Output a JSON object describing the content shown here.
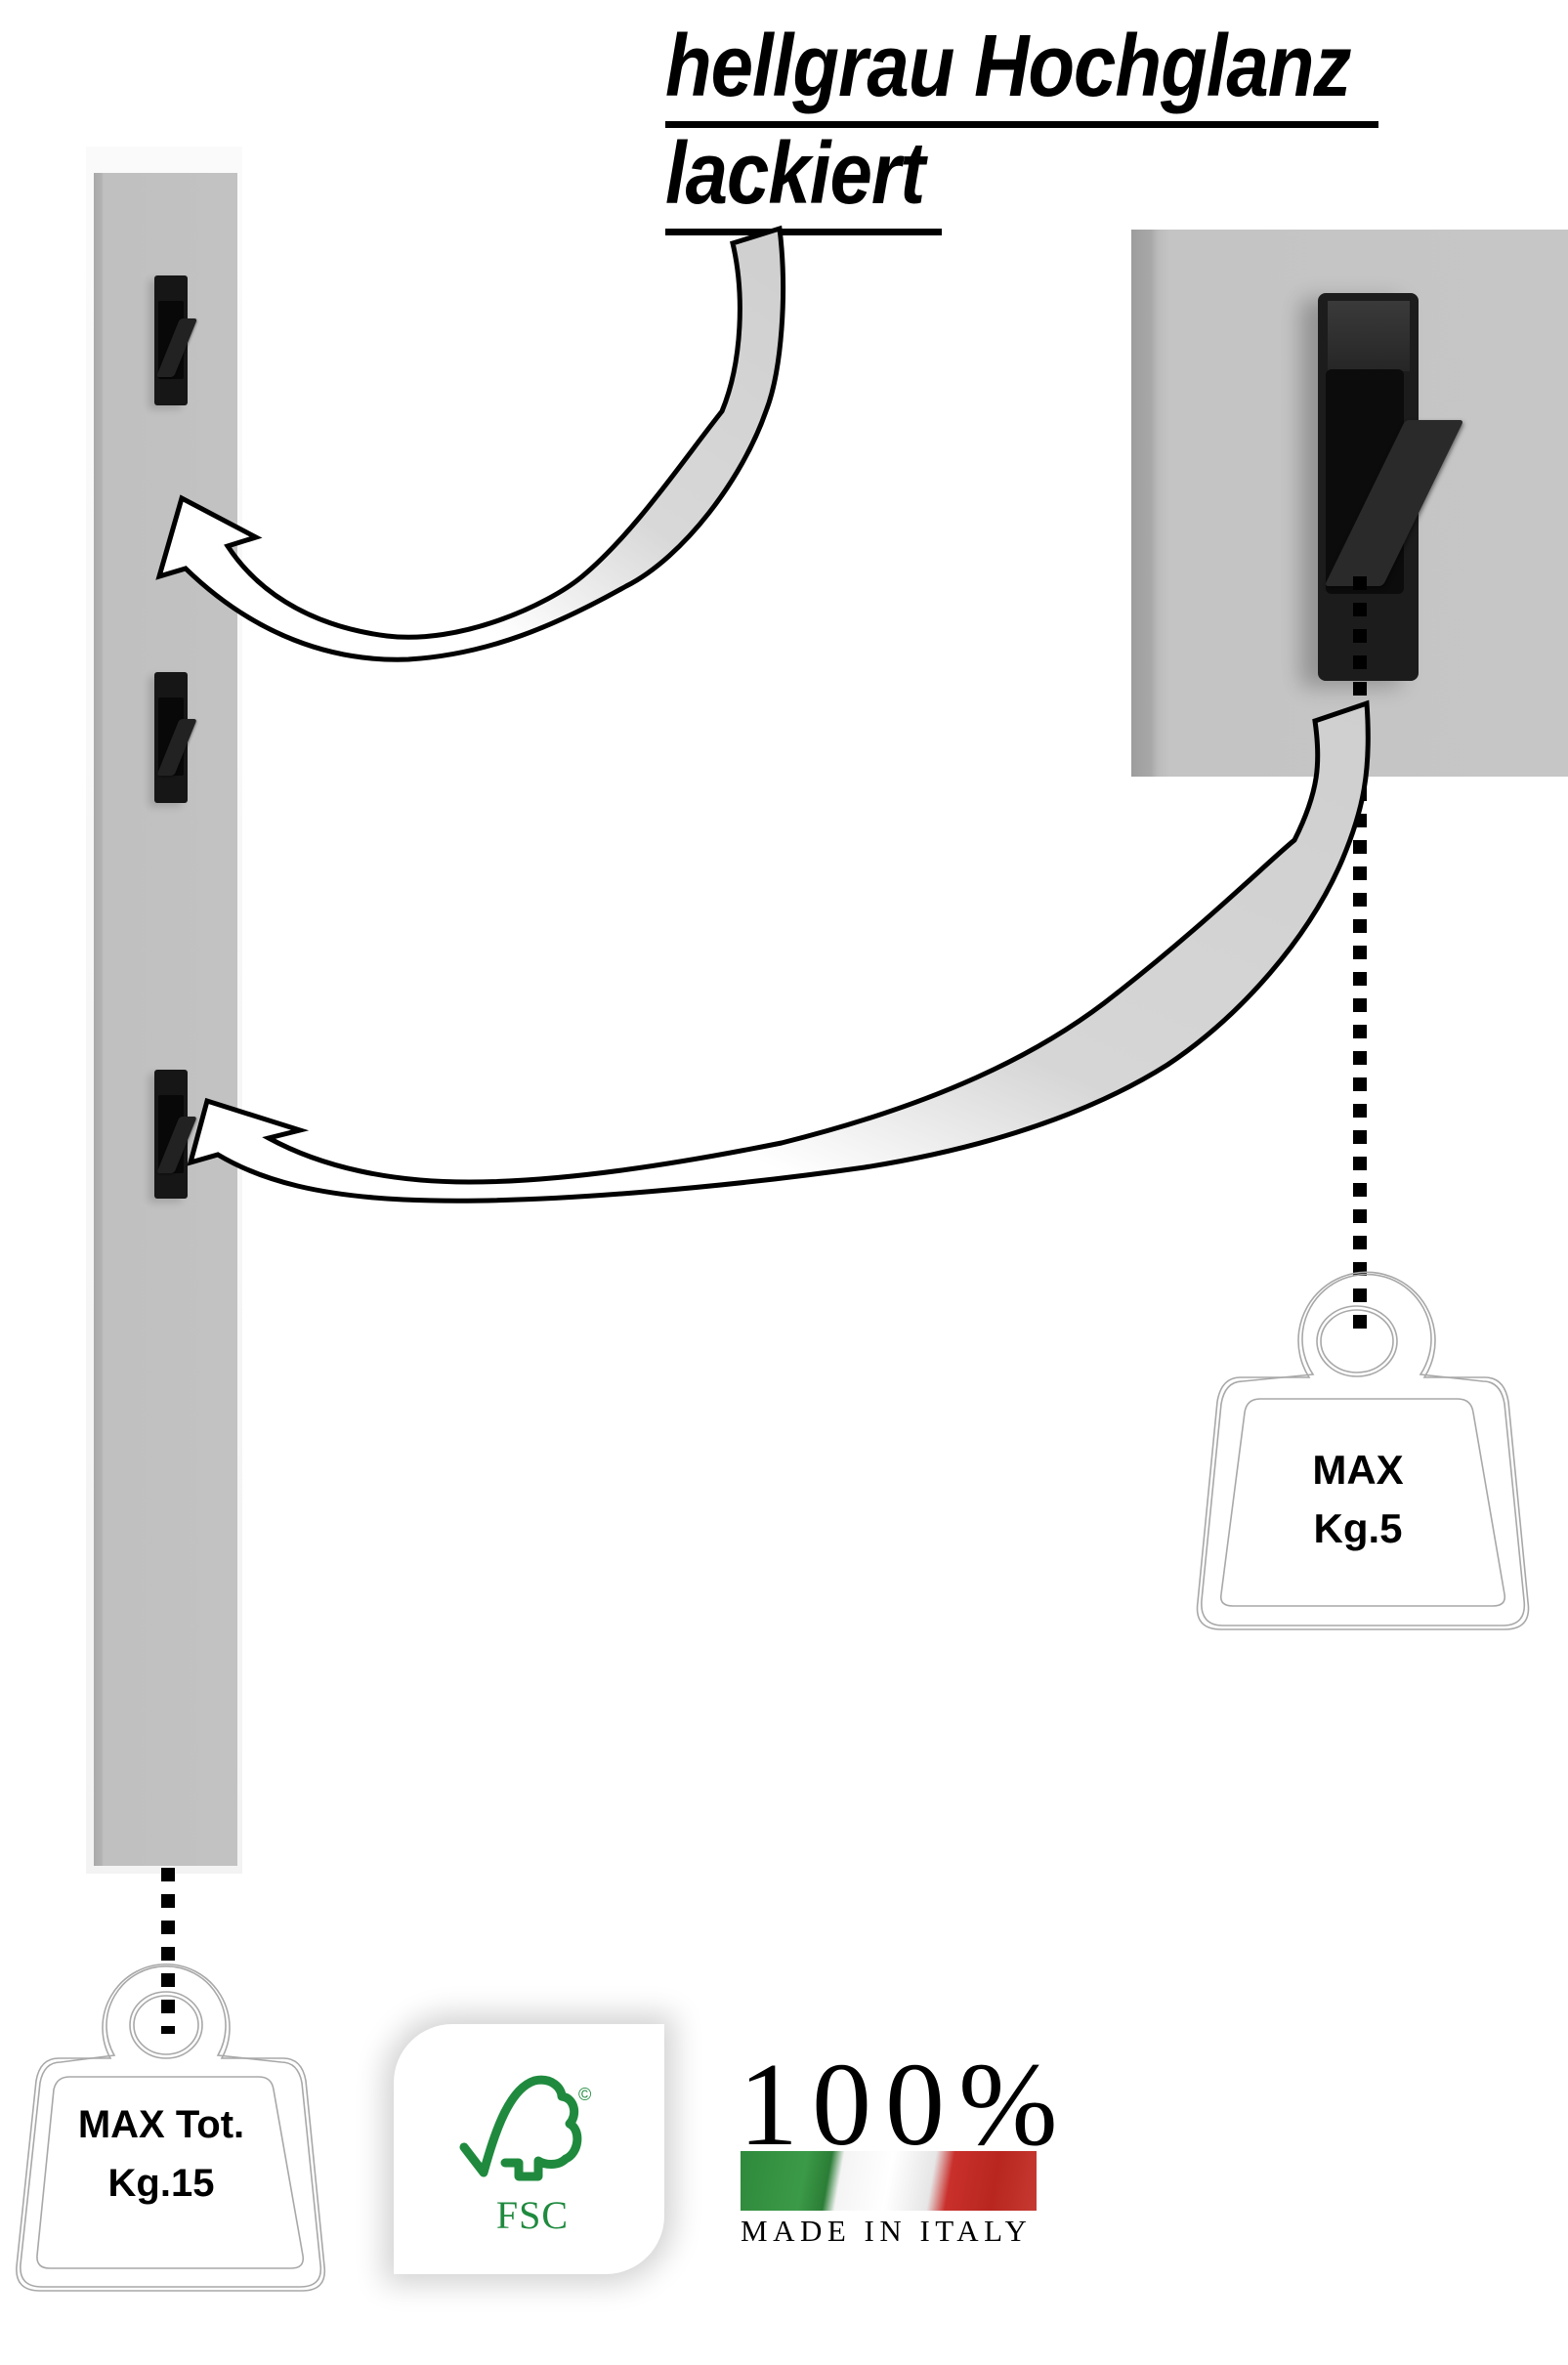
{
  "title": {
    "line1": "hellgrau Hochglanz",
    "line2": "lackiert"
  },
  "product": {
    "panel_color": "#c2c2c2",
    "hook_color": "#161616",
    "hook_count": 3
  },
  "callouts": {
    "hook_weight": {
      "line1": "MAX",
      "line2": "Kg.5"
    },
    "total_weight": {
      "line1": "MAX Tot.",
      "line2": "Kg.15"
    }
  },
  "badges": {
    "fsc": {
      "label": "FSC",
      "symbol": "©",
      "color": "#1f8a3e"
    },
    "made_in_italy": {
      "percent": "100%",
      "label": "MADE IN ITALY",
      "flag_colors": [
        "#2f8a3c",
        "#ffffff",
        "#c9302c"
      ]
    }
  },
  "arrows": {
    "fill_tail": "#d0d0d0",
    "fill_head": "#ffffff",
    "stroke": "#000000"
  }
}
